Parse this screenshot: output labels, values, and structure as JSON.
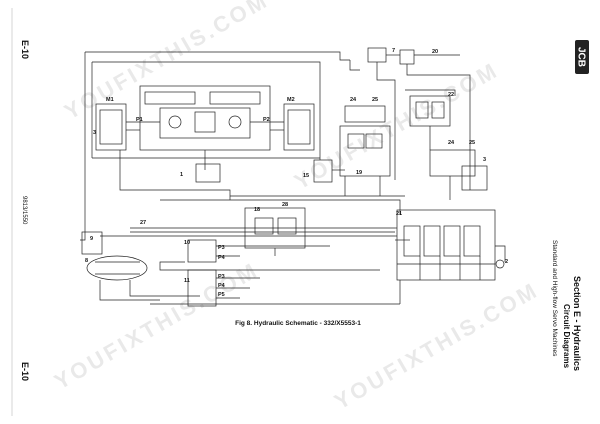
{
  "margin": {
    "page_code_top": "E-10",
    "page_code_bottom": "E-10",
    "doc_number": "9813/1550"
  },
  "header": {
    "section_title": "Section E - Hydraulics",
    "subtitle": "Circuit Diagrams",
    "subsubtitle": "Standard and High-flow Servo Machines",
    "brand": "JCB"
  },
  "figure": {
    "caption": "Fig 8. Hydraulic Schematic - 332/X5553-1"
  },
  "watermark": "YOUFIXTHIS.COM",
  "callouts": {
    "m1": "M1",
    "m2": "M2",
    "p1": "P1",
    "p2": "P2",
    "n1": "1",
    "n2": "2",
    "n3a": "3",
    "n3b": "3",
    "n7": "7",
    "n8": "8",
    "n9": "9",
    "n10": "10",
    "n11": "11",
    "n15": "15",
    "n18": "18",
    "n19": "19",
    "n20": "20",
    "n21": "21",
    "n22": "22",
    "n24a": "24",
    "n24b": "24",
    "n25a": "25",
    "n25b": "25",
    "n27": "27",
    "n28": "28",
    "p3a": "P3",
    "p4a": "P4",
    "p3b": "P3",
    "p4b": "P4",
    "p5": "P5"
  }
}
